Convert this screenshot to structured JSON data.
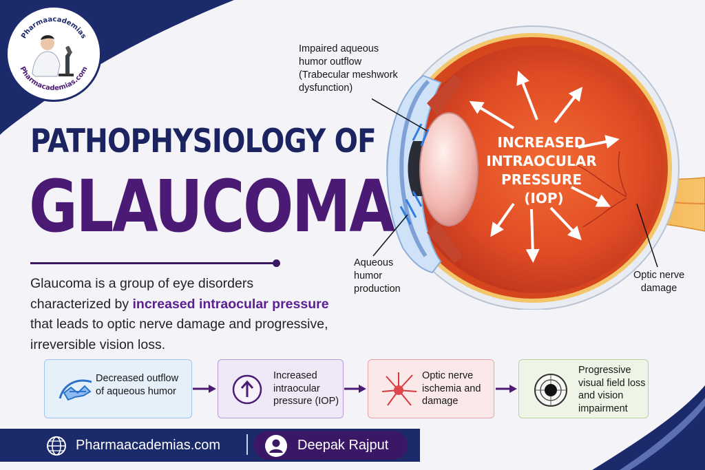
{
  "logo": {
    "arc_top": "Pharmaacademias",
    "arc_bottom": "Pharmacademias.com"
  },
  "title": {
    "line1": "PATHOPHYSIOLOGY OF",
    "line2": "GLAUCOMA"
  },
  "description": {
    "before": "Glaucoma is a group of eye disorders characterized by ",
    "highlight": "increased intraocular pressure",
    "after": " that leads to optic nerve damage and progressive, irreversible vision loss."
  },
  "eye": {
    "center_label": [
      "INCREASED",
      "INTRAOCULAR",
      "PRESSURE",
      "(IOP)"
    ],
    "callout_outflow": [
      "Impaired aqueous",
      "humor outflow",
      "(Trabecular meshwork",
      "dysfunction)"
    ],
    "callout_production": [
      "Aqueous",
      "humor",
      "production"
    ],
    "callout_nerve": [
      "Optic nerve",
      "damage"
    ]
  },
  "flow": [
    {
      "lines": [
        "Decreased outflow",
        "of aqueous humor"
      ],
      "icon": "outflow-icon",
      "bg": "#e6f0fb",
      "border": "#9fc3ec"
    },
    {
      "lines": [
        "Increased",
        "intraocular",
        "pressure (IOP)"
      ],
      "icon": "up-arrow-icon",
      "bg": "#efe8f7",
      "border": "#b59bd6"
    },
    {
      "lines": [
        "Optic nerve",
        "ischemia and",
        "damage"
      ],
      "icon": "nerve-icon",
      "bg": "#fbe9ea",
      "border": "#e7a3a7"
    },
    {
      "lines": [
        "Progressive",
        "visual field loss",
        "and vision",
        "impairment"
      ],
      "icon": "visual-field-icon",
      "bg": "#eef5e6",
      "border": "#b6d39c"
    }
  ],
  "footer": {
    "website": "Pharmaacademias.com",
    "author": "Deepak Rajput"
  },
  "colors": {
    "navy": "#1b2a6b",
    "purple": "#4a1a74",
    "arrow": "#4a1a74"
  }
}
